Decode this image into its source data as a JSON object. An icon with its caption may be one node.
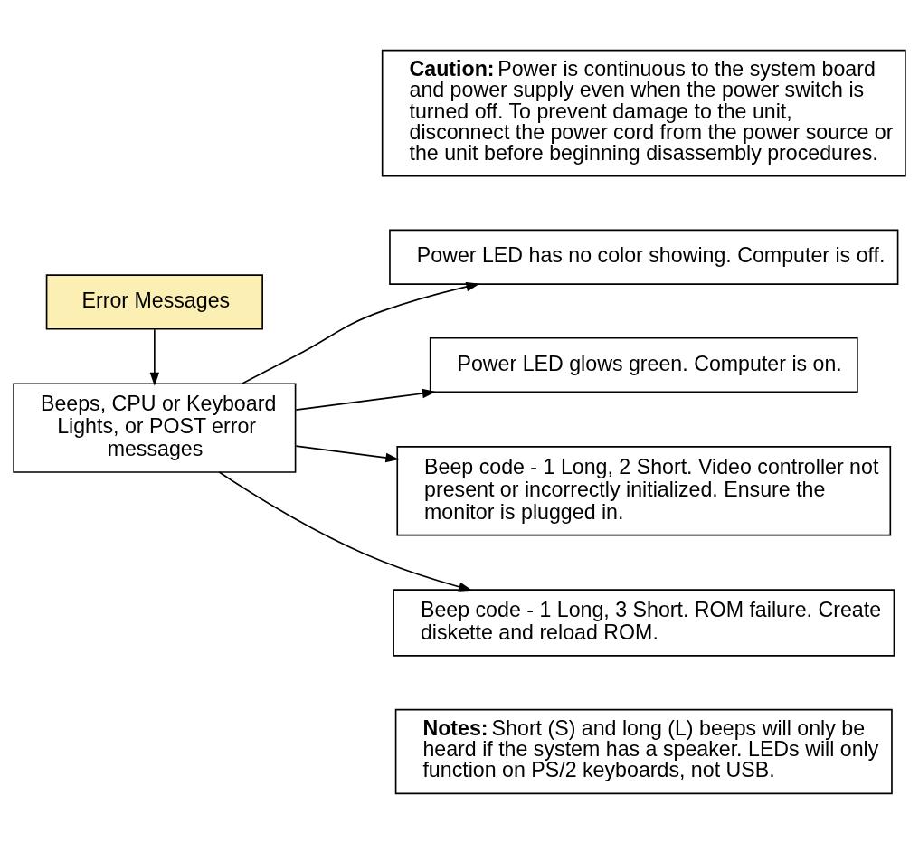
{
  "diagram": {
    "nodes": [
      {
        "text": [
          "Error Messages"
        ]
      },
      {
        "text": [
          "Beeps, CPU or Keyboard Lights, or POST error messages"
        ]
      },
      {
        "text": [
          "**Caution:** Power is continuous to the system board and power supply even when the power switch is turned off. To prevent damage to the unit, disconnect the power cord from the power source or the unit before beginning disassembly procedures."
        ]
      },
      {
        "text": [
          "Power LED has no color showing. Computer is off."
        ]
      },
      {
        "text": [
          "Power LED glows green. Computer is on."
        ]
      },
      {
        "text": [
          "Beep code - 1 Long, 2 Short. Video controller not present or incorrectly initialized. Ensure the monitor is plugged in."
        ]
      },
      {
        "text": [
          "Beep code - 1 Long, 3 Short. ROM failure. Create diskette and reload ROM."
        ]
      },
      {
        "text": [
          "**Notes:** Short (S) and long (L) beeps will only be heard if the system has a speaker. LEDs will only function on PS/2 keyboards, not USB."
        ]
      }
    ],
    "edges": [
      {
        "from": 0,
        "to": 1,
        "arrow": "to"
      },
      {
        "from": 1,
        "to": 3,
        "arrow": "to"
      },
      {
        "from": 1,
        "to": 4,
        "arrow": "to"
      },
      {
        "from": 1,
        "to": 5,
        "arrow": "to"
      },
      {
        "from": 1,
        "to": 6,
        "arrow": "to"
      }
    ]
  }
}
